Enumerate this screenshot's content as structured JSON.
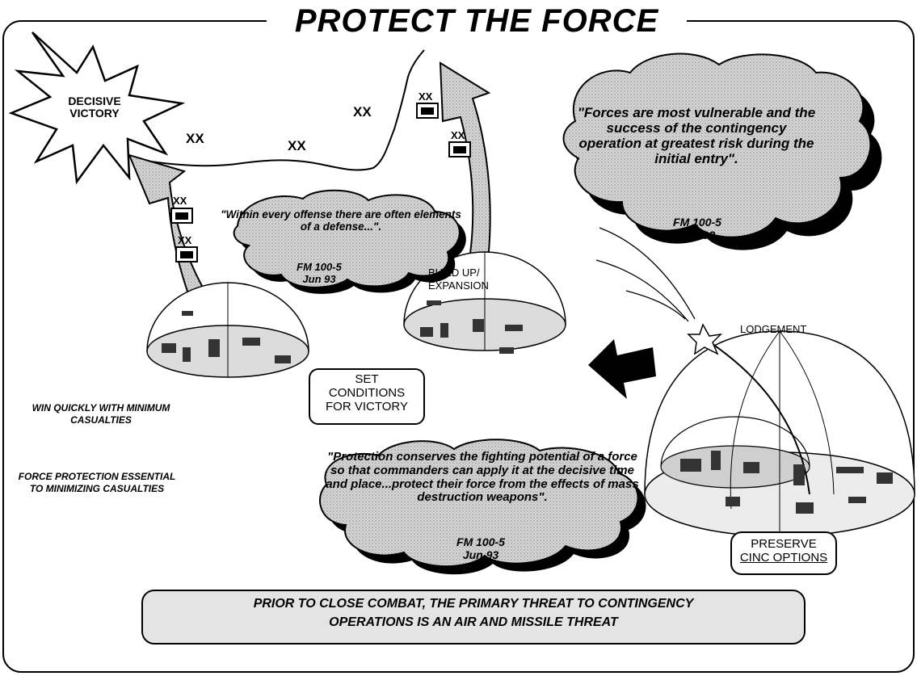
{
  "title": "PROTECT THE FORCE",
  "burst": {
    "line1": "DECISIVE",
    "line2": "VICTORY"
  },
  "division_markers": [
    "XX",
    "XX",
    "XX"
  ],
  "unit_symbol_label": "XX",
  "clouds": {
    "offense_defense": {
      "quote": "\"Within every offense there are often elements of a defense...\".",
      "ref1": "FM 100-5",
      "ref2": "Jun 93"
    },
    "initial_entry": {
      "quote": "\"Forces are most vulnerable and the success of the contingency operation at greatest risk during the initial entry\".",
      "ref1": "FM 100-5",
      "ref2": "Jun 93"
    },
    "protection": {
      "quote": "\"Protection conserves the fighting potential of a force so that commanders can apply it at the decisive time and place...protect their force from the effects of mass destruction weapons\".",
      "ref1": "FM 100-5",
      "ref2": "Jun 93"
    }
  },
  "labels": {
    "build_up": "BUILD UP/ EXPANSION",
    "lodgement": "LODGEMENT"
  },
  "boxes": {
    "set_conditions": "SET CONDITIONS FOR VICTORY",
    "preserve_line1": "PRESERVE",
    "preserve_line2": "CINC OPTIONS",
    "bottom_line1": "PRIOR TO CLOSE COMBAT, THE PRIMARY THREAT TO CONTINGENCY",
    "bottom_line2": "OPERATIONS IS AN AIR AND MISSILE THREAT"
  },
  "side_text": {
    "win": "WIN QUICKLY WITH MINIMUM CASUALTIES",
    "force": "FORCE PROTECTION ESSENTIAL TO MINIMIZING CASUALTIES"
  },
  "colors": {
    "cloud_fill": "#c9c9c9",
    "shadow": "#000000",
    "dome_floor": "#d8d8d8"
  }
}
